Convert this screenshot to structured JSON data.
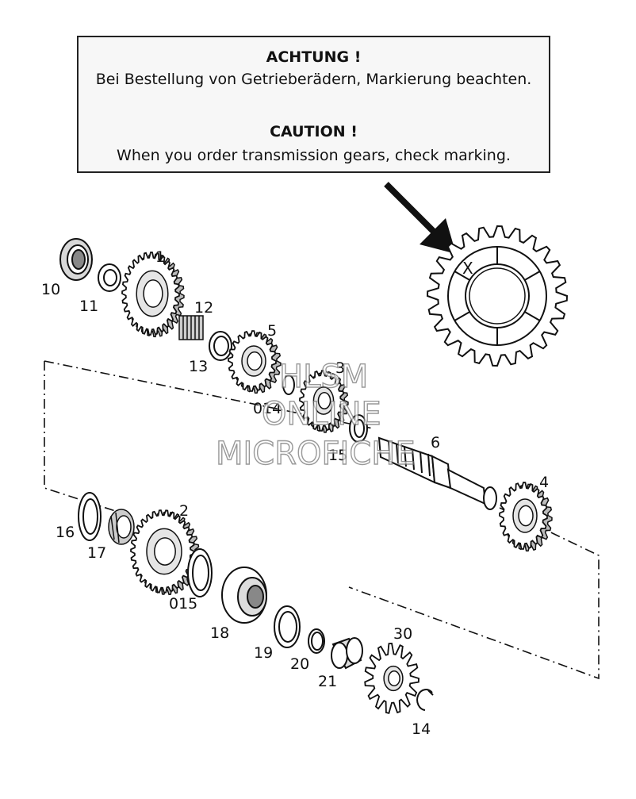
{
  "notice": {
    "de_heading": "ACHTUNG !",
    "de_text": "Bei Bestellung von Getrieberädern, Markierung beachten.",
    "en_heading": "CAUTION !",
    "en_text": "When you order transmission gears, check marking."
  },
  "marking_symbol": "X",
  "parts": {
    "p1": "1",
    "p2": "2",
    "p4": "4",
    "p5": "5",
    "p6": "6",
    "p10": "10",
    "p11": "11",
    "p12": "12",
    "p13": "13",
    "p014": "014",
    "p15": "15",
    "p16": "16",
    "p17": "17",
    "p015": "015",
    "p18": "18",
    "p19": "19",
    "p20": "20",
    "p21": "21",
    "p30": "30",
    "p14": "14",
    "p3": "3"
  },
  "watermark": {
    "line1": "HLSM",
    "line2": "ONLINE",
    "line3": "MICROFICHE"
  },
  "colors": {
    "ink": "#111111",
    "watermark_outline": "#777777"
  }
}
